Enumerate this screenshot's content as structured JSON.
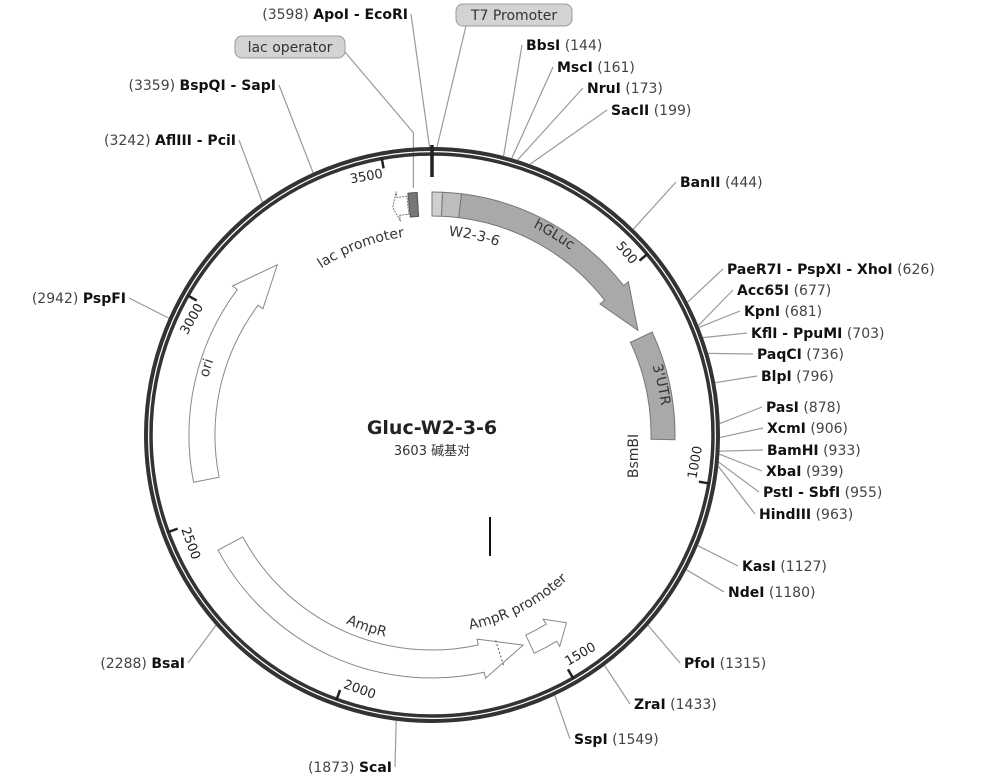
{
  "plasmid": {
    "name": "Gluc-W2-3-6",
    "size_label": "3603 碱基对",
    "length_bp": 3603
  },
  "features": {
    "hgluc": {
      "label": "hGLuc",
      "start": 70,
      "end": 631
    },
    "w236": {
      "label": "W2-3-6"
    },
    "utr": {
      "label": "3'UTR",
      "start": 650,
      "end": 912
    },
    "lac_promoter": {
      "label": "lac promoter"
    },
    "lac_operator": {
      "label": "lac operator"
    },
    "t7_promoter": {
      "label": "T7 Promoter"
    },
    "ori": {
      "label": "ori",
      "start": 2590,
      "end": 3180
    },
    "ampr": {
      "label": "AmpR",
      "start": 1567,
      "end": 2419
    },
    "ampr_promoter": {
      "label": "AmpR promoter",
      "start": 1445,
      "end": 1550
    },
    "bsmbi": {
      "label": "BsmBI"
    }
  },
  "ticks": [
    "500",
    "1000",
    "1500",
    "2000",
    "2500",
    "3000",
    "3500"
  ],
  "enzymes": [
    {
      "name": "BbsI",
      "position": "144"
    },
    {
      "name": "MscI",
      "position": "161"
    },
    {
      "name": "NruI",
      "position": "173"
    },
    {
      "name": "SacII",
      "position": "199"
    },
    {
      "name": "BanII",
      "position": "444"
    },
    {
      "name": "PaeR7I - PspXI - XhoI",
      "position": "626"
    },
    {
      "name": "Acc65I",
      "position": "677"
    },
    {
      "name": "KpnI",
      "position": "681"
    },
    {
      "name": "KflI - PpuMI",
      "position": "703"
    },
    {
      "name": "PaqCI",
      "position": "736"
    },
    {
      "name": "BlpI",
      "position": "796"
    },
    {
      "name": "PasI",
      "position": "878"
    },
    {
      "name": "XcmI",
      "position": "906"
    },
    {
      "name": "BamHI",
      "position": "933"
    },
    {
      "name": "XbaI",
      "position": "939"
    },
    {
      "name": "PstI - SbfI",
      "position": "955"
    },
    {
      "name": "HindIII",
      "position": "963"
    },
    {
      "name": "KasI",
      "position": "1127"
    },
    {
      "name": "NdeI",
      "position": "1180"
    },
    {
      "name": "PfoI",
      "position": "1315"
    },
    {
      "name": "ZraI",
      "position": "1433"
    },
    {
      "name": "SspI",
      "position": "1549"
    },
    {
      "name": "ScaI",
      "position": "1873"
    },
    {
      "name": "BsaI",
      "position": "2288"
    },
    {
      "name": "PspFI",
      "position": "2942"
    },
    {
      "name": "AflIII - PciI",
      "position": "3242"
    },
    {
      "name": "BspQI - SapI",
      "position": "3359"
    },
    {
      "name": "ApoI - EcoRI",
      "position": "3598"
    }
  ],
  "colors": {
    "ring": "#333333",
    "feature_fill": "#a9a9a9",
    "leader": "#9a9a9a"
  }
}
